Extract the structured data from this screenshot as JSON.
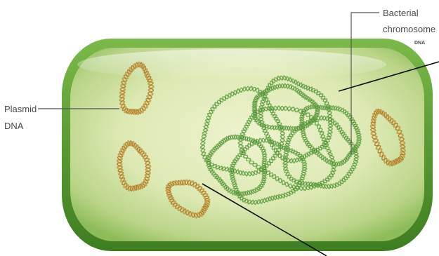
{
  "labels": {
    "bacterial_chromosome_line1": "Bacterial",
    "bacterial_chromosome_line2": "chromosome",
    "bacterial_chromosome_sub": "DNA",
    "plasmid_line1": "Plasmid",
    "plasmid_line2": "DNA"
  },
  "colors": {
    "cell_outer": "#5a9a32",
    "cell_inner": "#e6efc3",
    "chromosome_strand": "#6aa84a",
    "plasmid_strand": "#c9a04a",
    "leader_line": "#111111",
    "label_text": "#4a4a4a"
  }
}
